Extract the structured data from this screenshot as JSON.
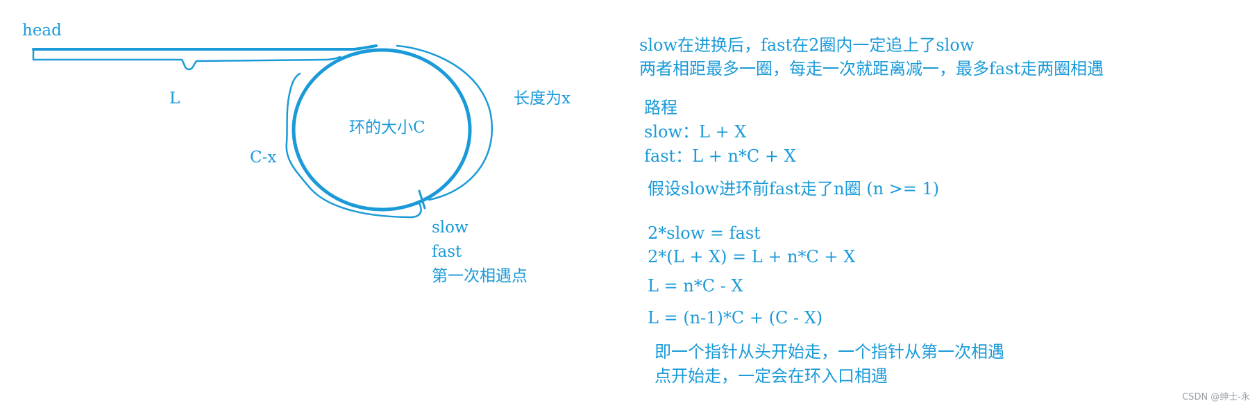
{
  "diagram": {
    "head": "head",
    "segment_L": "L",
    "cycle_size": "环的大小C",
    "arc_length_x": "长度为x",
    "arc_c_minus_x": "C-x",
    "meet_point": [
      "slow",
      "fast",
      "第一次相遇点"
    ]
  },
  "notes": {
    "intro": [
      "slow在进换后，fast在2圈内一定追上了slow",
      "两者相距最多一圈，每走一次就距离减一，最多fast走两圈相遇"
    ],
    "route_title": "路程",
    "slow_path": "slow：L + X",
    "fast_path": "fast：L + n*C + X",
    "assumption": "假设slow进环前fast走了n圈 (n >= 1)",
    "equations": [
      "2*slow = fast",
      "2*(L + X) = L + n*C + X",
      "L = n*C - X",
      "L = (n-1)*C + (C - X)"
    ],
    "conclusion": [
      "即一个指针从头开始走，一个指针从第一次相遇",
      "点开始走，一定会在环入口相遇"
    ]
  },
  "watermark": "CSDN @绅士-永",
  "colors": {
    "ink": "#1a9ad8",
    "watermark": "#9aa0a6"
  }
}
